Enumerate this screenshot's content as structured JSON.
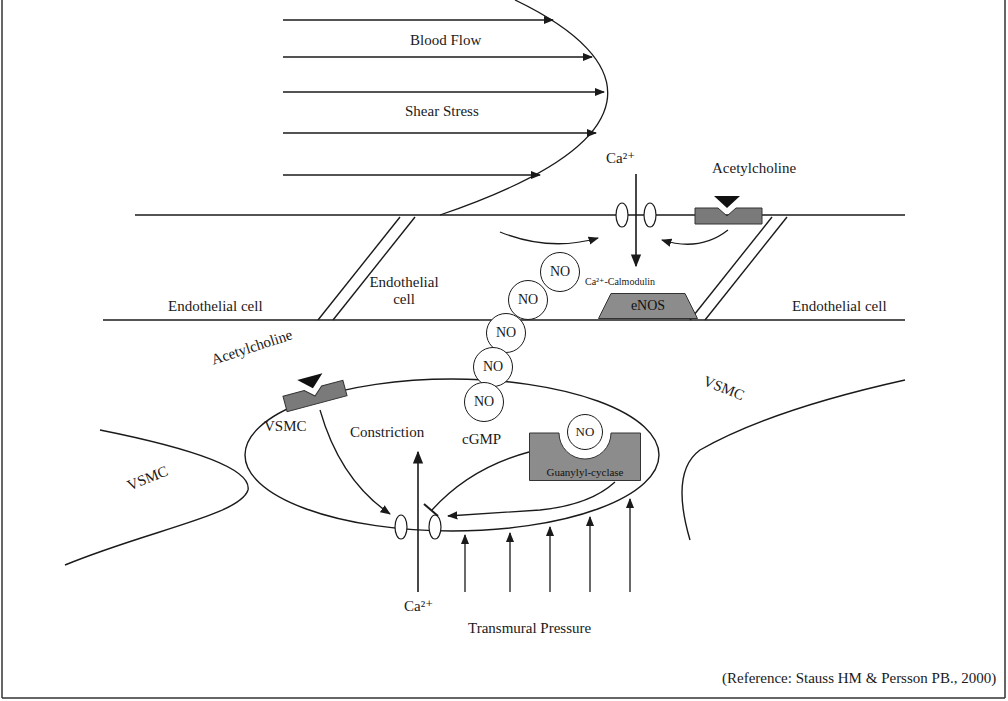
{
  "diagram": {
    "caption": "(Reference: Stauss HM & Persson PB., 2000)",
    "nodes": [
      {
        "text": [
          "eNOS"
        ]
      },
      {
        "text": [
          "NO"
        ]
      },
      {
        "text": [
          "NO"
        ]
      },
      {
        "text": [
          "NO"
        ]
      },
      {
        "text": [
          "NO"
        ]
      },
      {
        "text": [
          "NO"
        ]
      },
      {
        "text": [
          "Guanylyl-cyclase"
        ]
      },
      {
        "text": [
          "NO"
        ],
        "in": 6
      }
    ],
    "labels": [
      "Blood Flow",
      "Shear Stress",
      "Ca²⁺",
      "Acetylcholine",
      "Ca²⁺-Calmodulin",
      "Endothelial cell",
      "Endothelial cell",
      "Endothelial cell",
      "Acetylcholine",
      "VSMC",
      "VSMC",
      "VSMC",
      "Constriction",
      "cGMP",
      "Ca²⁺",
      "Transmural Pressure"
    ]
  }
}
